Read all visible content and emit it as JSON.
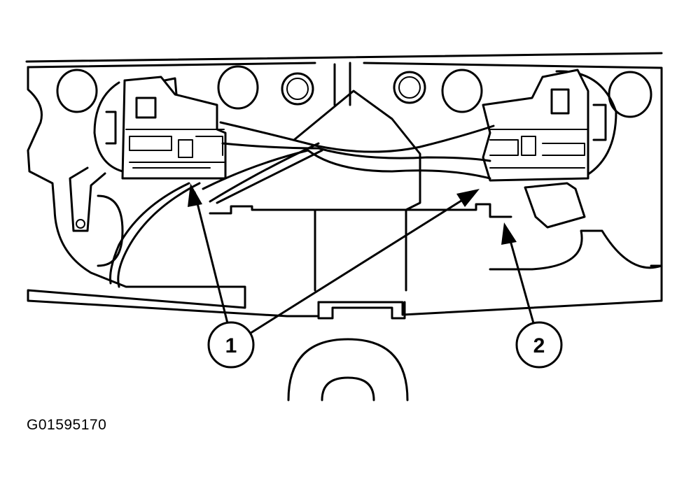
{
  "figure": {
    "id_label": "G01595170"
  },
  "callouts": [
    {
      "number": "1"
    },
    {
      "number": "2"
    }
  ],
  "colors": {
    "line": "#000000",
    "background": "#ffffff"
  }
}
